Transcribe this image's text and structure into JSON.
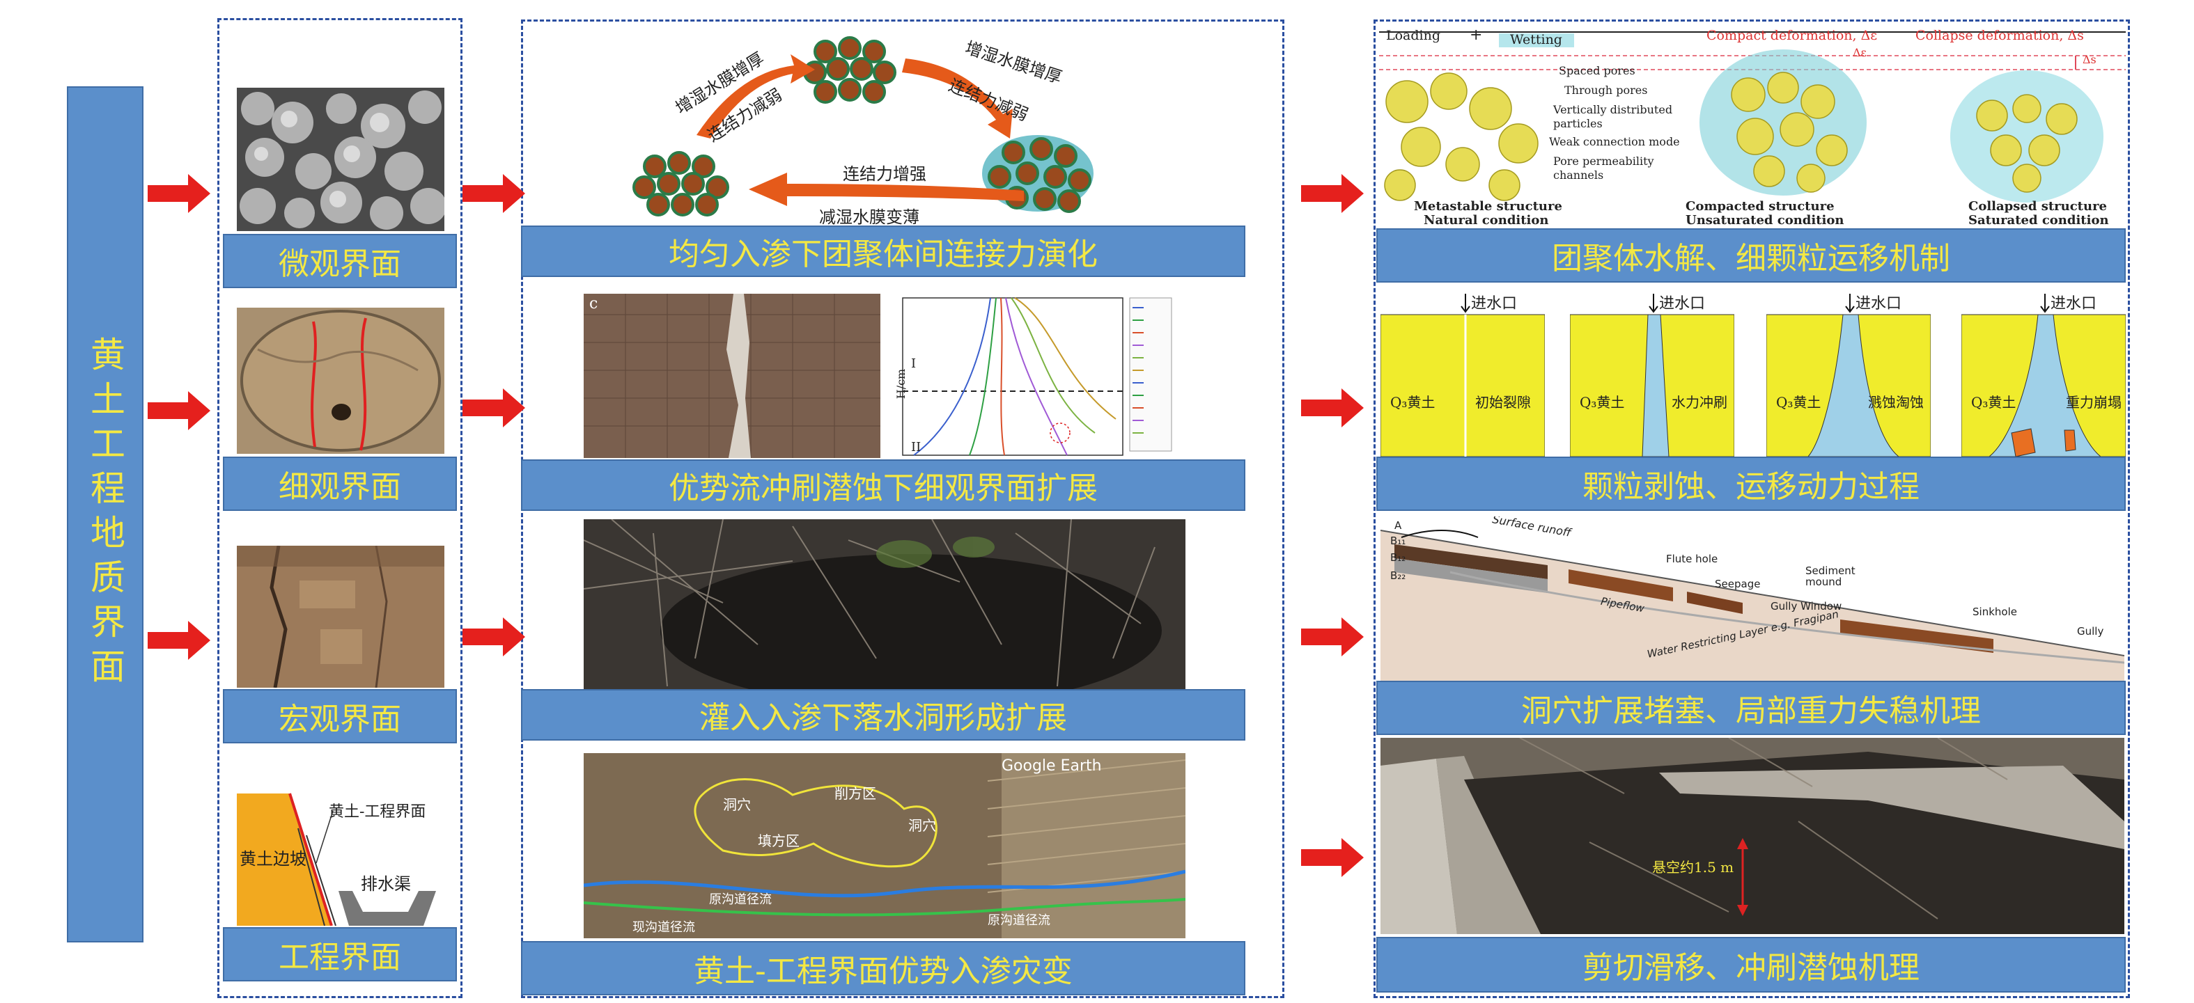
{
  "main_title": "黄土工程地质界面",
  "col1": {
    "items": [
      {
        "label": "微观界面"
      },
      {
        "label": "细观界面"
      },
      {
        "label": "宏观界面"
      },
      {
        "label": "工程界面"
      }
    ],
    "eng_diagram": {
      "slope": "黄土边坡",
      "interface": "黄土-工程界面",
      "channel": "排水渠"
    }
  },
  "col2": {
    "items": [
      {
        "label": "均匀入渗下团聚体间连接力演化"
      },
      {
        "label": "优势流冲刷潜蚀下细观界面扩展"
      },
      {
        "label": "灌入入渗下落水洞形成扩展"
      },
      {
        "label": "黄土-工程界面优势入渗灾变"
      }
    ],
    "agg": {
      "l1": "增湿水膜增厚",
      "l2": "连结力减弱",
      "r1": "增湿水膜增厚",
      "r2": "连结力减弱",
      "b1": "连结力增强",
      "b2": "减湿水膜变薄"
    },
    "map": {
      "google": "Google Earth",
      "cave_l": "洞穴",
      "cave_r": "洞穴",
      "excavate": "削方区",
      "fill": "填方区",
      "old_flow": "原沟道径流",
      "new_flow": "现沟道径流",
      "old_flow_r": "原沟道径流"
    },
    "plot": {
      "label_c": "c",
      "zone1": "I",
      "zone2": "II",
      "ylabel": "H/cm"
    }
  },
  "col3": {
    "items": [
      {
        "label": "团聚体水解、细颗粒运移机制"
      },
      {
        "label": "颗粒剥蚀、运移动力过程"
      },
      {
        "label": "洞穴扩展堵塞、局部重力失稳机理"
      },
      {
        "label": "剪切滑移、冲刷潜蚀机理"
      }
    ],
    "struct": {
      "loading": "Loading",
      "plus": "+",
      "wetting": "Wetting",
      "compact": "Compact deformation, Δε",
      "collapse": "Collapse deformation, Δs",
      "delta_e": "Δε",
      "delta_s": "Δs",
      "notes": [
        "Spaced pores",
        "Through pores",
        "Vertically distributed particles",
        "Weak connection mode",
        "Pore permeability channels"
      ],
      "s1a": "Metastable structure",
      "s1b": "Natural condition",
      "s2a": "Compacted structure",
      "s2b": "Unsaturated condition",
      "s3a": "Collapsed structure",
      "s3b": "Saturated condition"
    },
    "panels": [
      {
        "inlet": "进水口",
        "soil": "Q₃黄土",
        "desc": "初始裂隙"
      },
      {
        "inlet": "进水口",
        "soil": "Q₃黄土",
        "desc": "水力冲刷"
      },
      {
        "inlet": "进水口",
        "soil": "Q₃黄土",
        "desc": "溅蚀淘蚀"
      },
      {
        "inlet": "进水口",
        "soil": "Q₃黄土",
        "desc": "重力崩塌"
      }
    ],
    "profile": {
      "surface": "Surface runoff",
      "flute": "Flute hole",
      "seepage": "Seepage",
      "sediment": "Sediment mound",
      "window": "Gully Window",
      "sinkhole": "Sinkhole",
      "gully": "Gully",
      "pipeflow": "Pipeflow",
      "layer": "Water Restricting Layer e.g. Fragipan",
      "A": "A",
      "B1": "B₁₁",
      "B2": "B₁₂",
      "B3": "B₂₂"
    },
    "ditch": {
      "hang": "悬空约1.5 m"
    }
  },
  "colors": {
    "label_bg": "#5b8fcb",
    "label_text": "#f4e843",
    "arrow": "#e5201d",
    "dash": "#2b4fa0",
    "loess": "#f0ec2c"
  }
}
